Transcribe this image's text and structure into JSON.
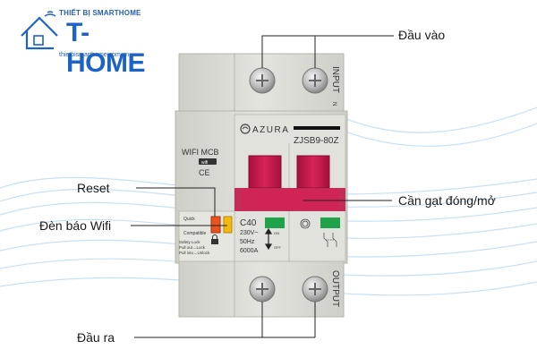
{
  "logo": {
    "tagline": "THIẾT BỊ SMARTHOME",
    "brand": "T-HOME",
    "url": "thietbismarthome.com.vn"
  },
  "labels": {
    "input": "Đầu vào",
    "reset": "Reset",
    "wifi_led": "Đèn báo Wifi",
    "lever": "Cần gạt đóng/mở",
    "output": "Đầu ra"
  },
  "device": {
    "input_text": "INPUT",
    "input_n": "N",
    "output_text": "OUTPUT",
    "brand": "AZURA",
    "model": "ZJSB9-80Z",
    "mcb_label": "WIFI MCB",
    "wifi_tag": "wifi",
    "ce": "CE",
    "quick": "Quick",
    "compatible": "Compatible",
    "lock_text_1": "Safety Lock",
    "lock_text_2": "Pull out→Lock",
    "lock_text_3": "Pull into→Unlock",
    "rating": "C40",
    "voltage": "230V~",
    "freq": "50Hz",
    "capacity": "6000A",
    "on": "ON",
    "off": "OFF"
  },
  "colors": {
    "body": "#dcdcd6",
    "lever": "#c8194a",
    "accent": "#1d63c7",
    "green": "#1fa34a",
    "reset": "#e8531f",
    "led": "#f2b90f"
  }
}
